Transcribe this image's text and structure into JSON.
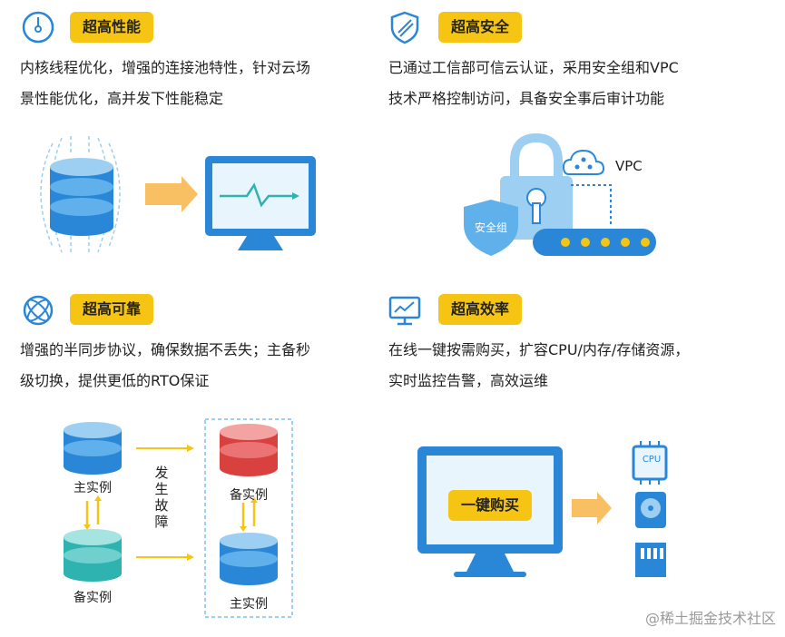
{
  "colors": {
    "accent": "#f6c514",
    "blue": "#2a87d8",
    "light_blue": "#9ccff1",
    "red": "#e85a5a",
    "teal": "#2fb3b1"
  },
  "features": [
    {
      "title": "超高性能",
      "icon": "gauge-icon",
      "lines": [
        "内核线程优化，增强的连接池特性，针对云场",
        "景性能优化，高并发下性能稳定"
      ]
    },
    {
      "title": "超高安全",
      "icon": "shield-icon",
      "lines": [
        "已通过工信部可信云认证，采用安全组和VPC",
        "技术严格控制访问，具备安全事后审计功能"
      ]
    },
    {
      "title": "超高可靠",
      "icon": "sync-ring-icon",
      "lines": [
        "增强的半同步协议，确保数据不丢失；主备秒",
        "级切换，提供更低的RTO保证"
      ]
    },
    {
      "title": "超高效率",
      "icon": "monitor-chart-icon",
      "lines": [
        "在线一键按需购买，扩容CPU/内存/存储资源，",
        "实时监控告警，高效运维"
      ]
    }
  ],
  "security": {
    "vpc_label": "VPC",
    "group_label": "安全组"
  },
  "reliability": {
    "primary_label": "主实例",
    "standby_label": "备实例",
    "fault_label": [
      "发",
      "生",
      "故",
      "障"
    ],
    "standby_label_right": "备实例",
    "primary_label_right": "主实例"
  },
  "efficiency": {
    "buy_button": "一键购买",
    "cpu_label": "CPU"
  },
  "watermark": "@稀土掘金技术社区"
}
